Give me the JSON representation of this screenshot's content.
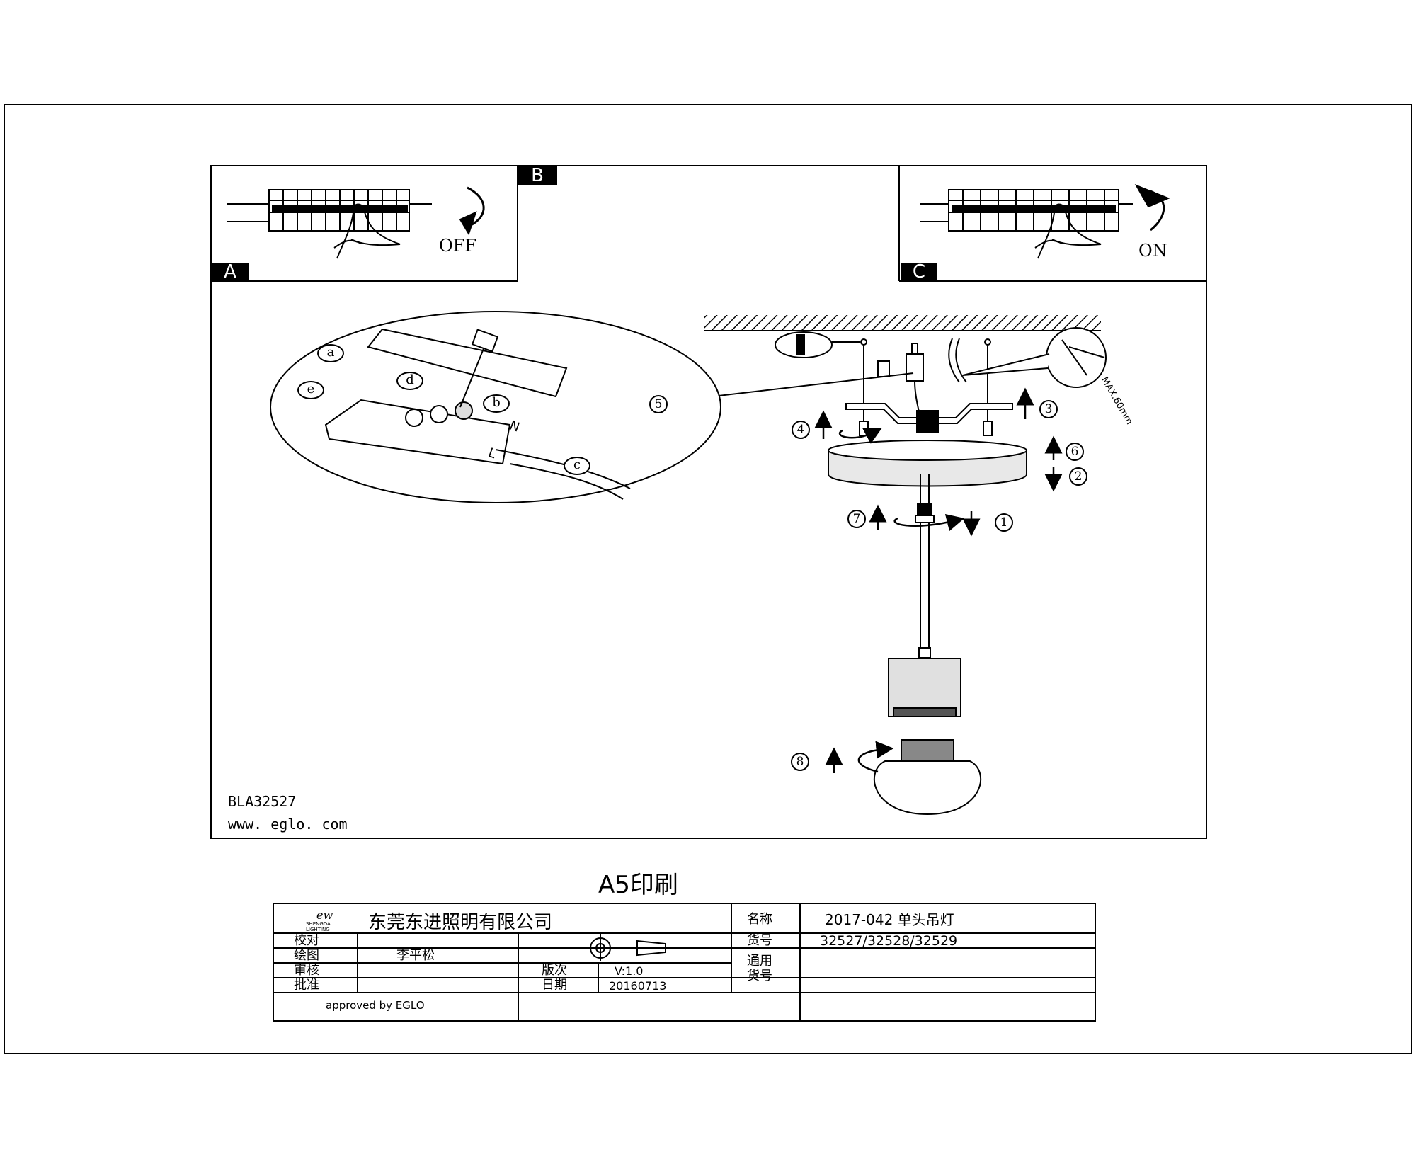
{
  "sheet_title": "A5印刷",
  "panels": {
    "a_tag": "A",
    "b_tag": "B",
    "c_tag": "C",
    "off_label": "OFF",
    "on_label": "ON"
  },
  "diagram": {
    "model": "BLA32527",
    "website": "www. eglo. com",
    "step_labels": [
      "1",
      "2",
      "3",
      "4",
      "5",
      "6",
      "7",
      "8"
    ],
    "detail_labels": [
      "a",
      "b",
      "c",
      "d",
      "e"
    ],
    "terminal_marks": [
      "N",
      "L"
    ],
    "max_note": "MAX.60mm"
  },
  "title_block": {
    "logo_text": "ew",
    "logo_sub1": "SHENGDA",
    "logo_sub2": "LIGHTING",
    "company": "东莞东进照明有限公司",
    "rows": {
      "check": "校对",
      "draw": "绘图",
      "drawer": "李平松",
      "review": "审核",
      "approve": "批准",
      "approved_by": "approved by EGLO"
    },
    "version_label": "版次",
    "version": "V:1.0",
    "date_label": "日期",
    "date": "20160713",
    "name_label": "名称",
    "name": "2017-042  单头吊灯",
    "item_label": "货号",
    "item": "32527/32528/32529",
    "common_label_1": "通用",
    "common_label_2": "货号"
  }
}
